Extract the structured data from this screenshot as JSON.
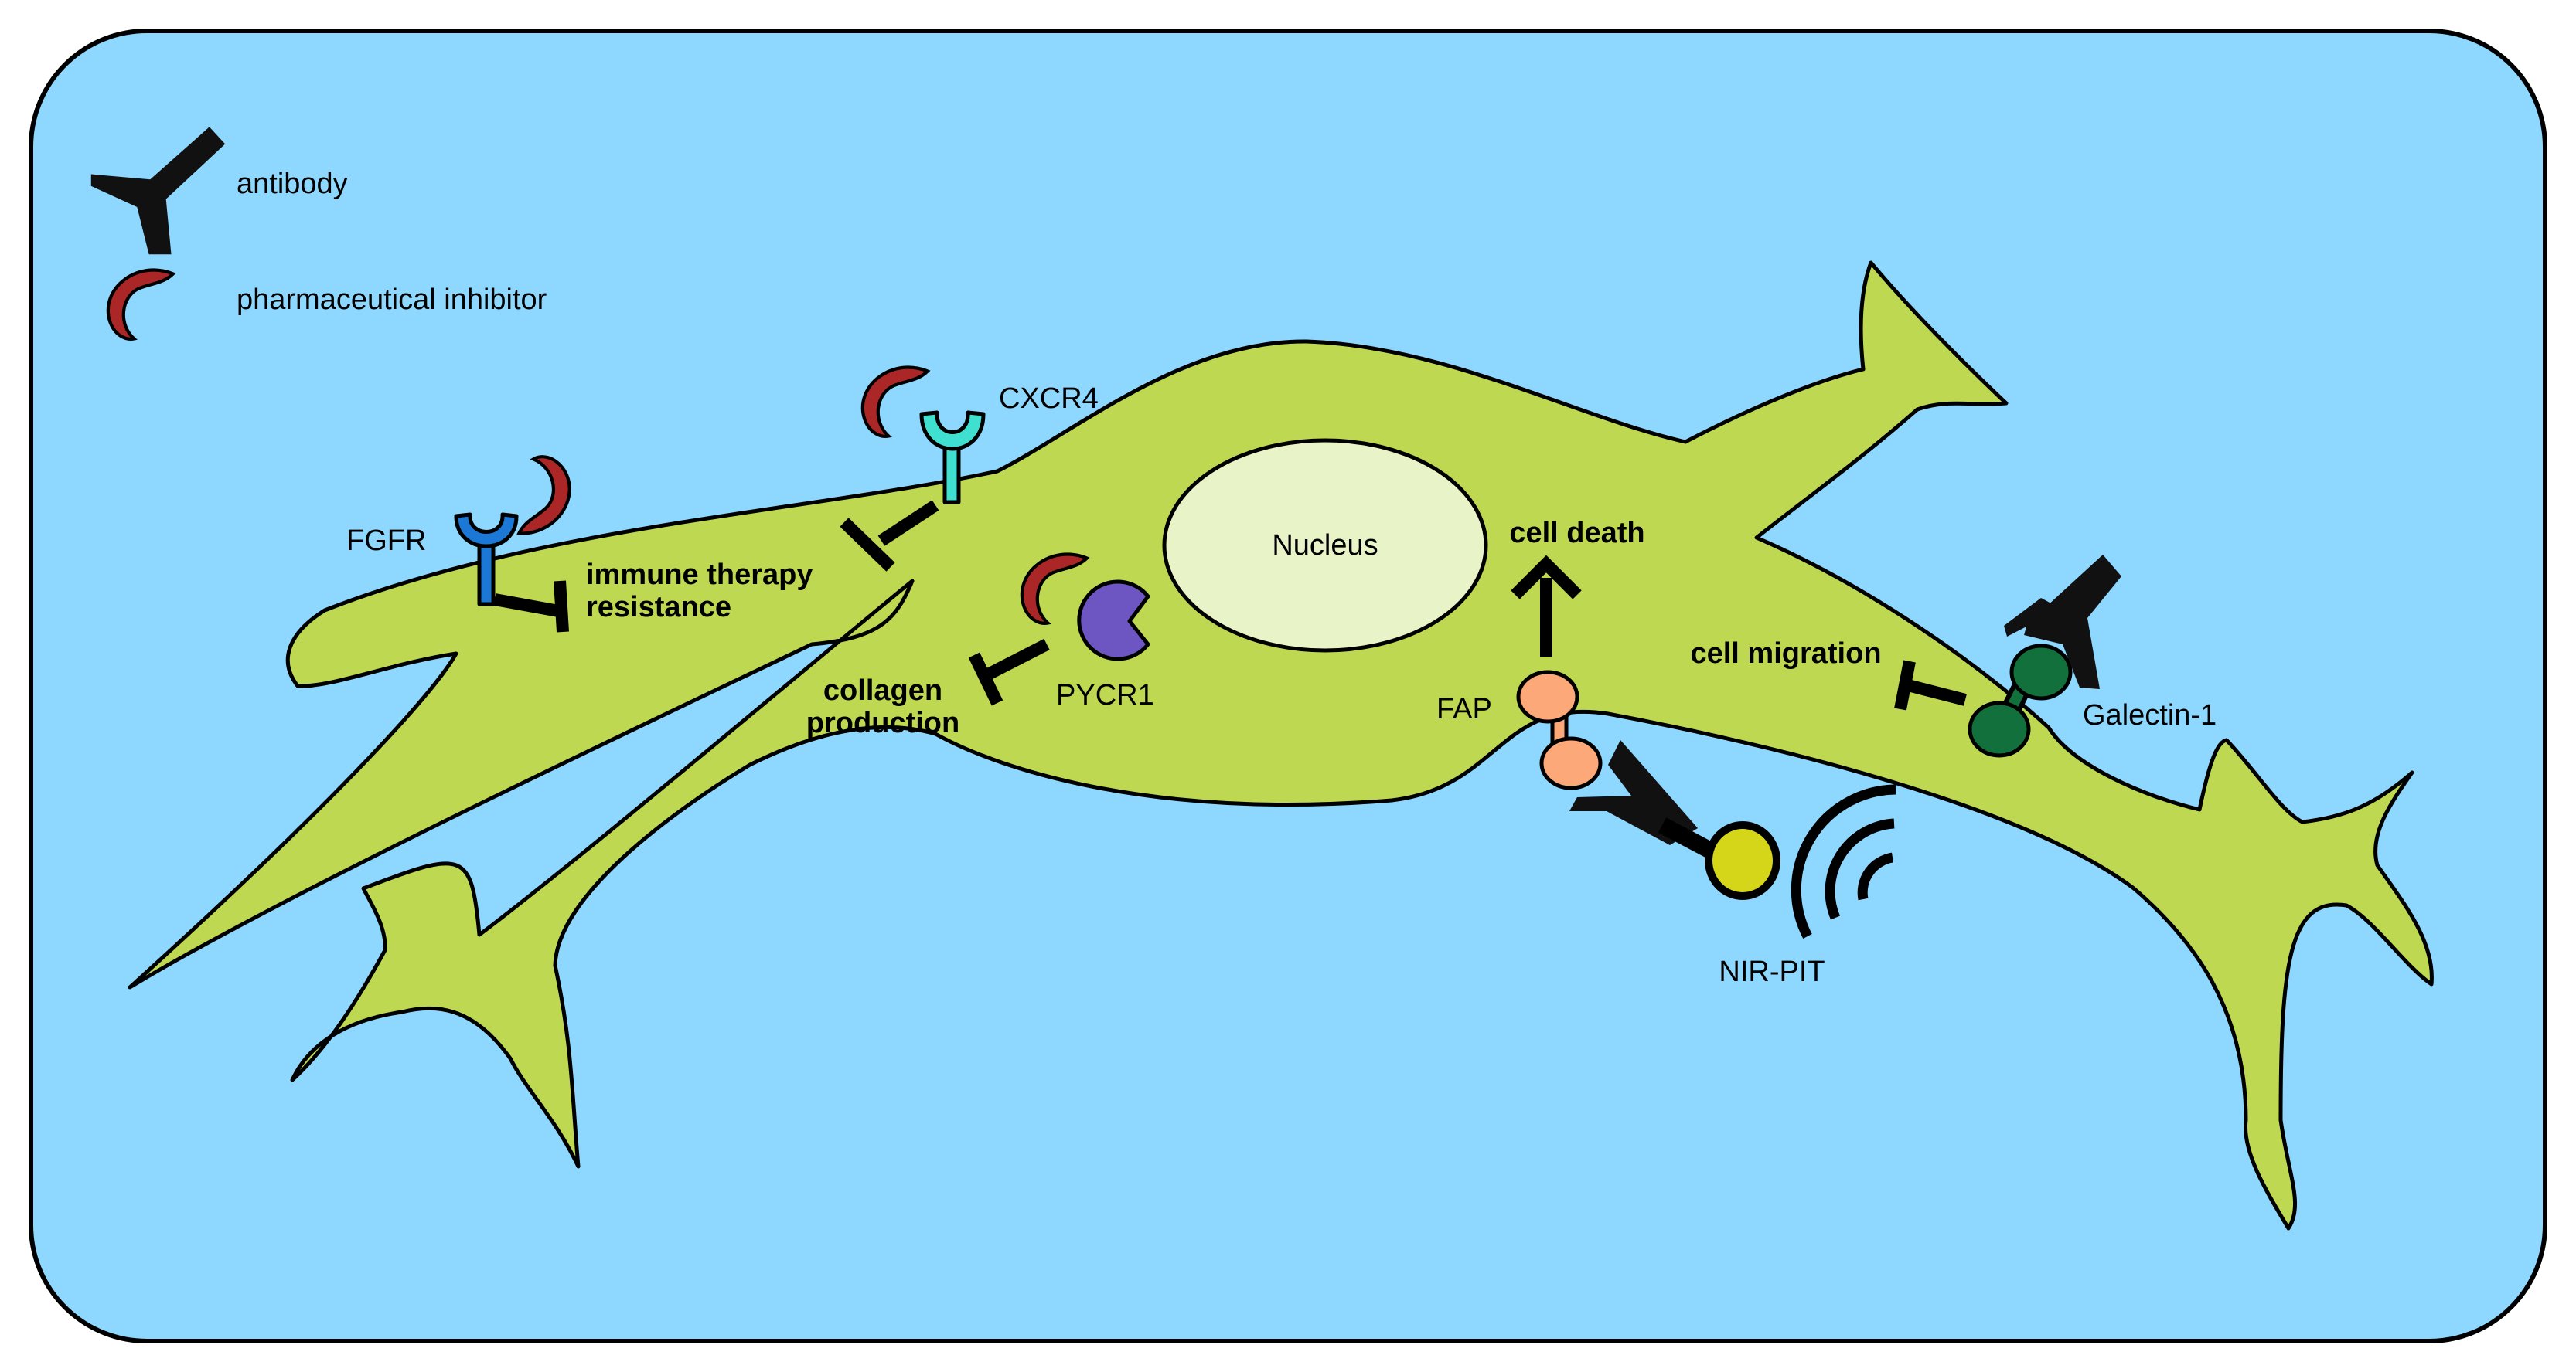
{
  "legend": {
    "antibody_label": "antibody",
    "inhibitor_label": "pharmaceutical inhibitor"
  },
  "labels": {
    "fgfr": "FGFR",
    "cxcr4": "CXCR4",
    "pycr1": "PYCR1",
    "fap": "FAP",
    "galectin": "Galectin-1",
    "nir_pit": "NIR-PIT",
    "nucleus": "Nucleus"
  },
  "effects": {
    "immune_line1": "immune therapy",
    "immune_line2": "resistance",
    "collagen_line1": "collagen",
    "collagen_line2": "production",
    "cell_death": "cell death",
    "cell_migration": "cell migration"
  },
  "colors": {
    "background": "#8ed7fe",
    "cell": "#bfd851",
    "nucleus": "#e8f3c8",
    "inhibitor": "#ab2626",
    "fgfr": "#1c78d6",
    "cxcr4": "#3fe0d0",
    "pycr1": "#6d55c2",
    "fap": "#fca878",
    "galectin": "#12703c",
    "nir_dye": "#d5d61a"
  },
  "icons": [
    "antibody-icon",
    "inhibitor-icon",
    "receptor-icon",
    "enzyme-icon",
    "light-wave-icon"
  ]
}
